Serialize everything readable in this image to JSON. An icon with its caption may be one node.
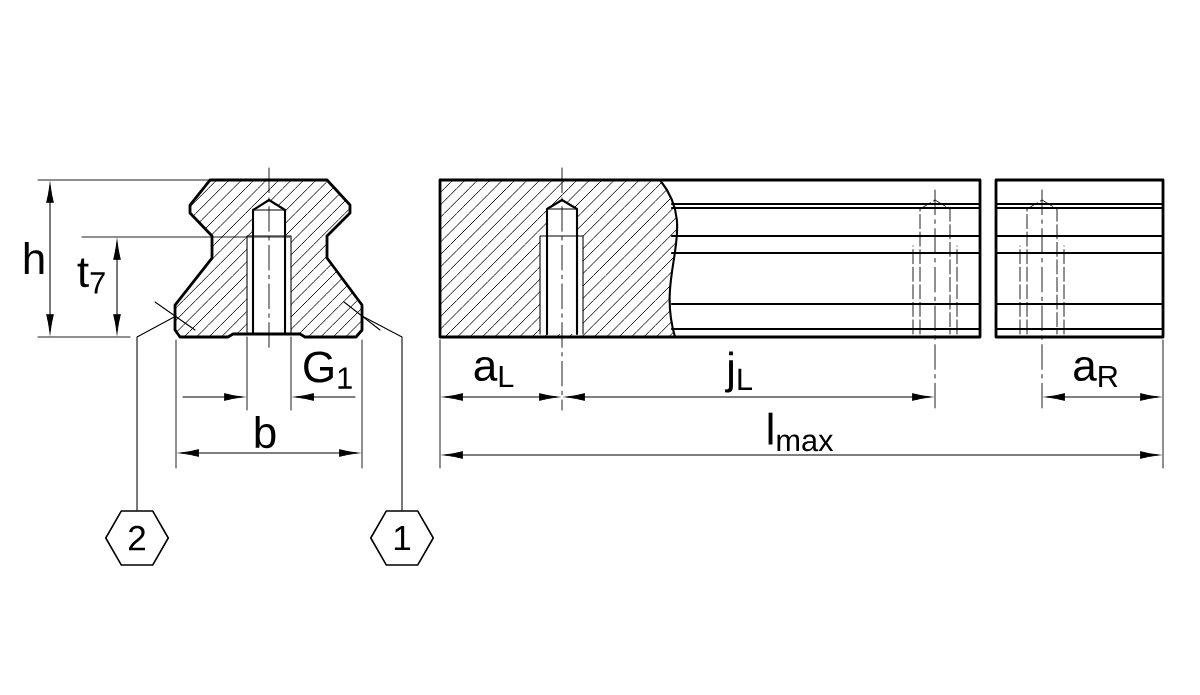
{
  "diagram": {
    "nodes": [
      {
        "text": [
          "2"
        ]
      },
      {
        "text": [
          "1"
        ]
      }
    ],
    "edges": [
      {
        "from": 0,
        "to": null,
        "arrow": "none"
      },
      {
        "from": 1,
        "to": null,
        "arrow": "none"
      }
    ],
    "labels": [
      "h",
      "t$_{7}$",
      "G$_{1}$",
      "b",
      "a$_{L}$",
      "j$_{L}$",
      "a$_{R}$",
      "l$_{max}$"
    ]
  }
}
